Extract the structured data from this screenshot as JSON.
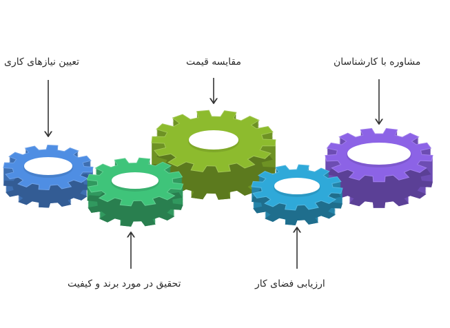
{
  "diagram": {
    "gears": [
      {
        "id": "gear-blue",
        "color": "#4f8ee3",
        "label": "تعیین نیازهای کاری"
      },
      {
        "id": "gear-green",
        "color": "#3fc47a",
        "label": "تحقیق در مورد برند و کیفیت"
      },
      {
        "id": "gear-olive",
        "color": "#8dbb2e",
        "label": "مقایسه قیمت"
      },
      {
        "id": "gear-cyan",
        "color": "#2fa9d9",
        "label": "ارزیابی فضای کار"
      },
      {
        "id": "gear-purple",
        "color": "#8c63e6",
        "label": "مشاوره با کارشناسان"
      }
    ],
    "arrow_color": "#333333"
  }
}
